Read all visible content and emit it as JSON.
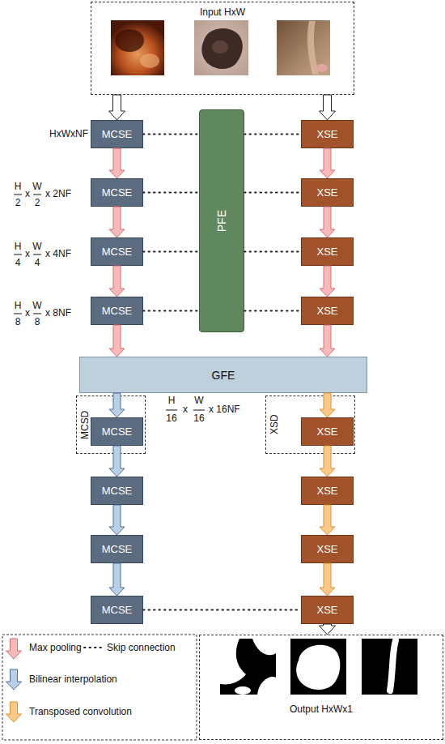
{
  "diagram": {
    "nodes": [
      {
        "text": [
          "Input HxW"
        ]
      },
      {
        "text": [
          "MCSE"
        ]
      },
      {
        "text": [
          "XSE"
        ]
      },
      {
        "text": [
          "PFE"
        ]
      },
      {
        "text": [
          "MCSE"
        ]
      },
      {
        "text": [
          "XSE"
        ]
      },
      {
        "text": [
          "MCSE"
        ]
      },
      {
        "text": [
          "XSE"
        ]
      },
      {
        "text": [
          "MCSE"
        ]
      },
      {
        "text": [
          "XSE"
        ]
      },
      {
        "text": [
          "GFE"
        ]
      },
      {
        "text": [
          "MCSD"
        ]
      },
      {
        "text": [
          "MCSE"
        ],
        "in": 11
      },
      {
        "text": [
          "XSD"
        ]
      },
      {
        "text": [
          "XSE"
        ],
        "in": 13
      },
      {
        "text": [
          "MCSE"
        ]
      },
      {
        "text": [
          "XSE"
        ]
      },
      {
        "text": [
          "MCSE"
        ]
      },
      {
        "text": [
          "XSE"
        ]
      },
      {
        "text": [
          "MCSE"
        ]
      },
      {
        "text": [
          "XSE"
        ]
      },
      {
        "text": [
          "Output HxWx1"
        ]
      }
    ],
    "edges": [
      {
        "from": 0,
        "to": 1,
        "arrow": "to"
      },
      {
        "from": 0,
        "to": 2,
        "arrow": "to"
      },
      {
        "from": 1,
        "to": 4,
        "arrow": "to"
      },
      {
        "from": 4,
        "to": 6,
        "arrow": "to"
      },
      {
        "from": 6,
        "to": 8,
        "arrow": "to"
      },
      {
        "from": 8,
        "to": 10,
        "arrow": "to"
      },
      {
        "from": 2,
        "to": 5,
        "arrow": "to"
      },
      {
        "from": 5,
        "to": 7,
        "arrow": "to"
      },
      {
        "from": 7,
        "to": 9,
        "arrow": "to"
      },
      {
        "from": 9,
        "to": 10,
        "arrow": "to"
      },
      {
        "from": 10,
        "to": 12,
        "arrow": "to"
      },
      {
        "from": 12,
        "to": 15,
        "arrow": "to"
      },
      {
        "from": 15,
        "to": 17,
        "arrow": "to"
      },
      {
        "from": 17,
        "to": 19,
        "arrow": "to"
      },
      {
        "from": 10,
        "to": 14,
        "arrow": "to"
      },
      {
        "from": 14,
        "to": 16,
        "arrow": "to"
      },
      {
        "from": 16,
        "to": 18,
        "arrow": "to"
      },
      {
        "from": 18,
        "to": 20,
        "arrow": "to"
      },
      {
        "from": 20,
        "to": 21,
        "arrow": "to"
      },
      {
        "from": 1,
        "to": 3,
        "arrow": "none"
      },
      {
        "from": 3,
        "to": 2,
        "arrow": "none"
      },
      {
        "from": 4,
        "to": 3,
        "arrow": "none"
      },
      {
        "from": 3,
        "to": 5,
        "arrow": "none"
      },
      {
        "from": 6,
        "to": 3,
        "arrow": "none"
      },
      {
        "from": 3,
        "to": 7,
        "arrow": "none"
      },
      {
        "from": 8,
        "to": 3,
        "arrow": "none"
      },
      {
        "from": 3,
        "to": 9,
        "arrow": "none"
      },
      {
        "from": 19,
        "to": 20,
        "arrow": "none"
      }
    ],
    "labels": [
      "HxWxNF",
      "H",
      "2",
      "x",
      "W",
      "2",
      "x 2NF",
      "H",
      "4",
      "x",
      "W",
      "4",
      "x 4NF",
      "H",
      "8",
      "x",
      "W",
      "8",
      "x 8NF",
      "H",
      "16",
      "x",
      "W",
      "16",
      "x 16NF"
    ],
    "legend": [
      {
        "text": "Max pooling"
      },
      {
        "text": "Skip connection"
      },
      {
        "text": "Bilinear interpolation"
      },
      {
        "text": "Transposed convolution"
      }
    ]
  }
}
